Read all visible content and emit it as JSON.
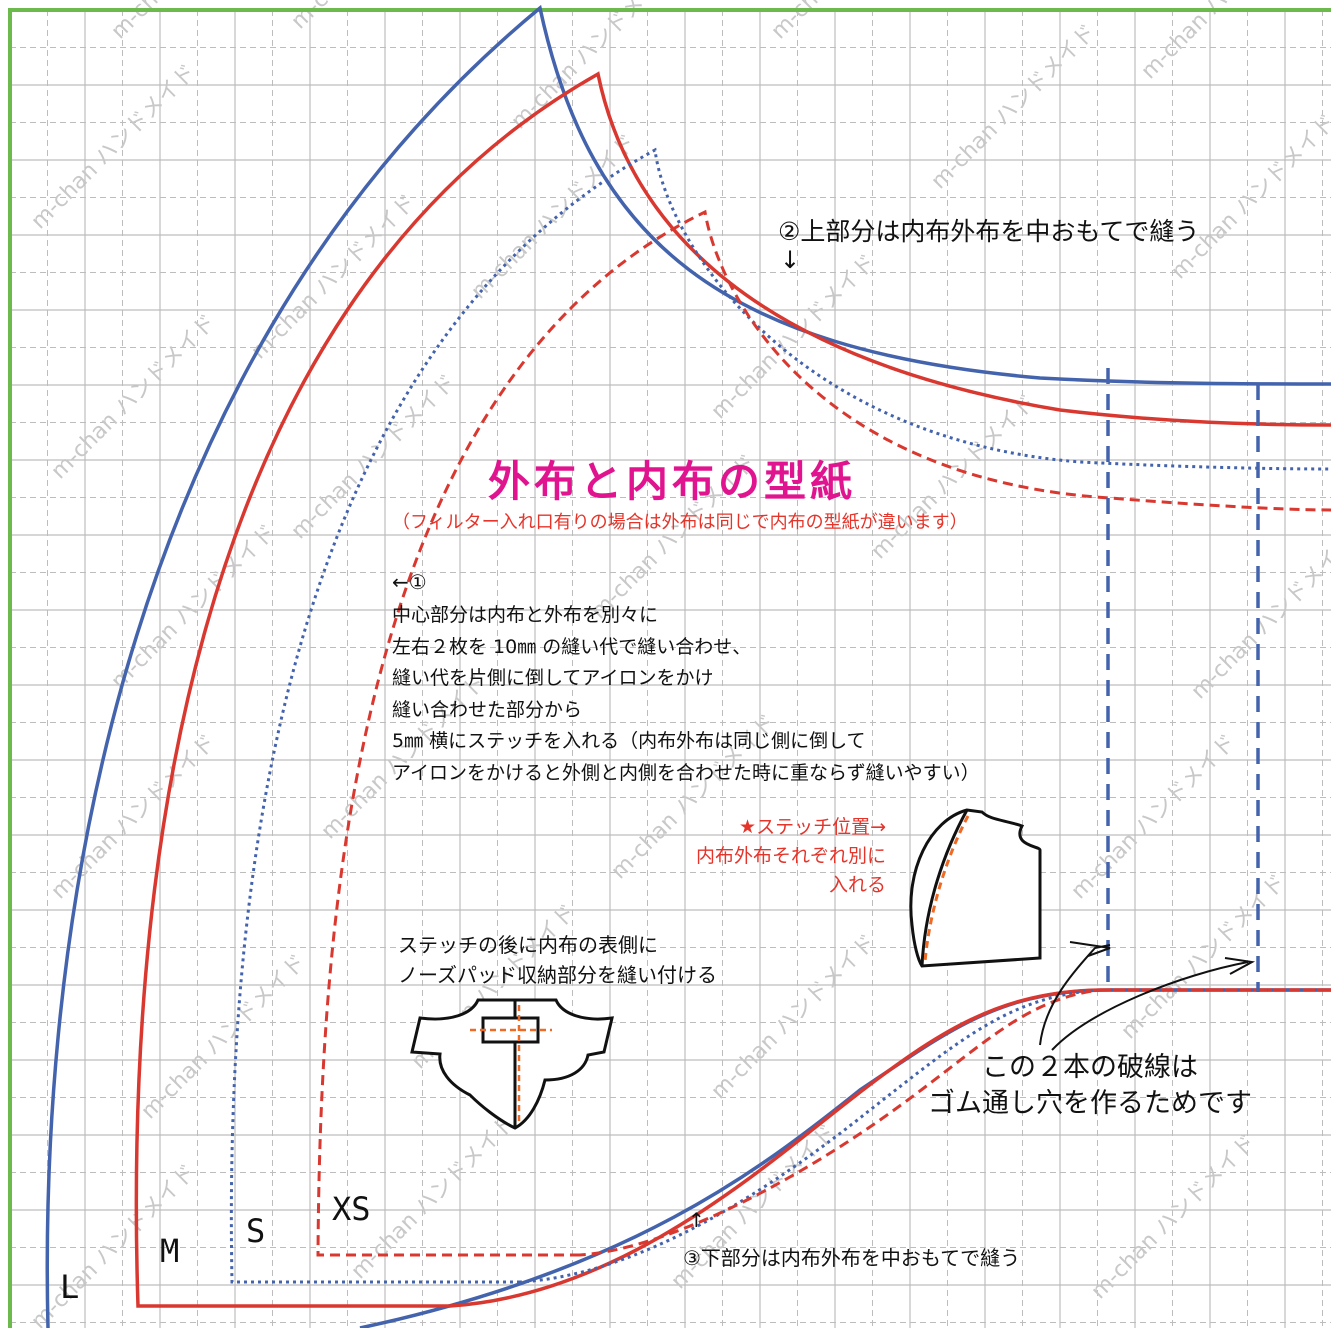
{
  "title": "外布と内布の型紙",
  "subtitle": "（フィルター入れ口有りの場合は外布は同じで内布の型紙が違います）",
  "annotations": {
    "top_seam": "②上部分は内布外布を中おもてで縫う",
    "top_arrow": "↓",
    "center_marker": "←①",
    "center_lines": [
      "中心部分は内布と外布を別々に",
      "左右２枚を 10㎜ の縫い代で縫い合わせ、",
      "縫い代を片側に倒してアイロンをかけ",
      "縫い合わせた部分から",
      "5㎜ 横にステッチを入れる（内布外布は同じ側に倒して",
      "アイロンをかけると外側と内側を合わせた時に重ならず縫いやすい）"
    ],
    "stitch_lines": [
      "★ステッチ位置→",
      "内布外布それぞれ別に",
      "入れる"
    ],
    "nose_lines": [
      "ステッチの後に内布の表側に",
      "ノーズパッド収納部分を縫い付ける"
    ],
    "elastic_lines": [
      "この２本の破線は",
      "ゴム通し穴を作るためです"
    ],
    "bottom_arrow": "↑",
    "bottom_seam": "③下部分は内布外布を中おもてで縫う"
  },
  "size_labels": {
    "L": "L",
    "M": "M",
    "S": "S",
    "XS": "XS"
  },
  "watermark": "m-chan ハンドメイド",
  "colors": {
    "blue": "#4463ad",
    "red": "#d8382f",
    "grid": "#bdbdbd",
    "border": "#6cba4c",
    "title": "#e0148f",
    "note_red": "#e5342a",
    "orange": "#ee6a25"
  },
  "icons": [
    "mask-illustration",
    "nose-pad-illustration"
  ]
}
